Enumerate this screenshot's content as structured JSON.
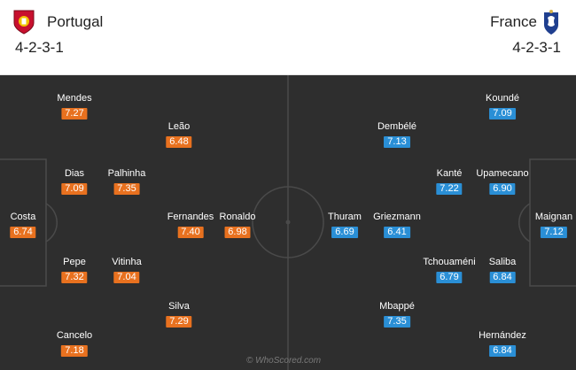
{
  "home": {
    "name": "Portugal",
    "formation": "4-2-3-1",
    "crest_icon": "portugal-crest-icon",
    "players": [
      {
        "name": "Mendes",
        "rating": "7.27"
      },
      {
        "name": "Leão",
        "rating": "6.48"
      },
      {
        "name": "Dias",
        "rating": "7.09"
      },
      {
        "name": "Palhinha",
        "rating": "7.35"
      },
      {
        "name": "Costa",
        "rating": "6.74"
      },
      {
        "name": "Fernandes",
        "rating": "7.40"
      },
      {
        "name": "Ronaldo",
        "rating": "6.98"
      },
      {
        "name": "Pepe",
        "rating": "7.32"
      },
      {
        "name": "Vitinha",
        "rating": "7.04"
      },
      {
        "name": "Silva",
        "rating": "7.29"
      },
      {
        "name": "Cancelo",
        "rating": "7.18"
      }
    ]
  },
  "away": {
    "name": "France",
    "formation": "4-2-3-1",
    "crest_icon": "france-crest-icon",
    "players": [
      {
        "name": "Koundé",
        "rating": "7.09"
      },
      {
        "name": "Dembélé",
        "rating": "7.13"
      },
      {
        "name": "Kanté",
        "rating": "7.22"
      },
      {
        "name": "Upamecano",
        "rating": "6.90"
      },
      {
        "name": "Thuram",
        "rating": "6.69"
      },
      {
        "name": "Griezmann",
        "rating": "6.41"
      },
      {
        "name": "Maignan",
        "rating": "7.12"
      },
      {
        "name": "Tchouaméni",
        "rating": "6.79"
      },
      {
        "name": "Saliba",
        "rating": "6.84"
      },
      {
        "name": "Mbappé",
        "rating": "7.35"
      },
      {
        "name": "Hernández",
        "rating": "6.84"
      }
    ]
  },
  "watermark": "© WhoScored.com",
  "colors": {
    "pitch": "#2e2e2e",
    "lines": "#4a4a4a",
    "home_rating": "#e8711f",
    "away_rating": "#2a8fd6"
  }
}
